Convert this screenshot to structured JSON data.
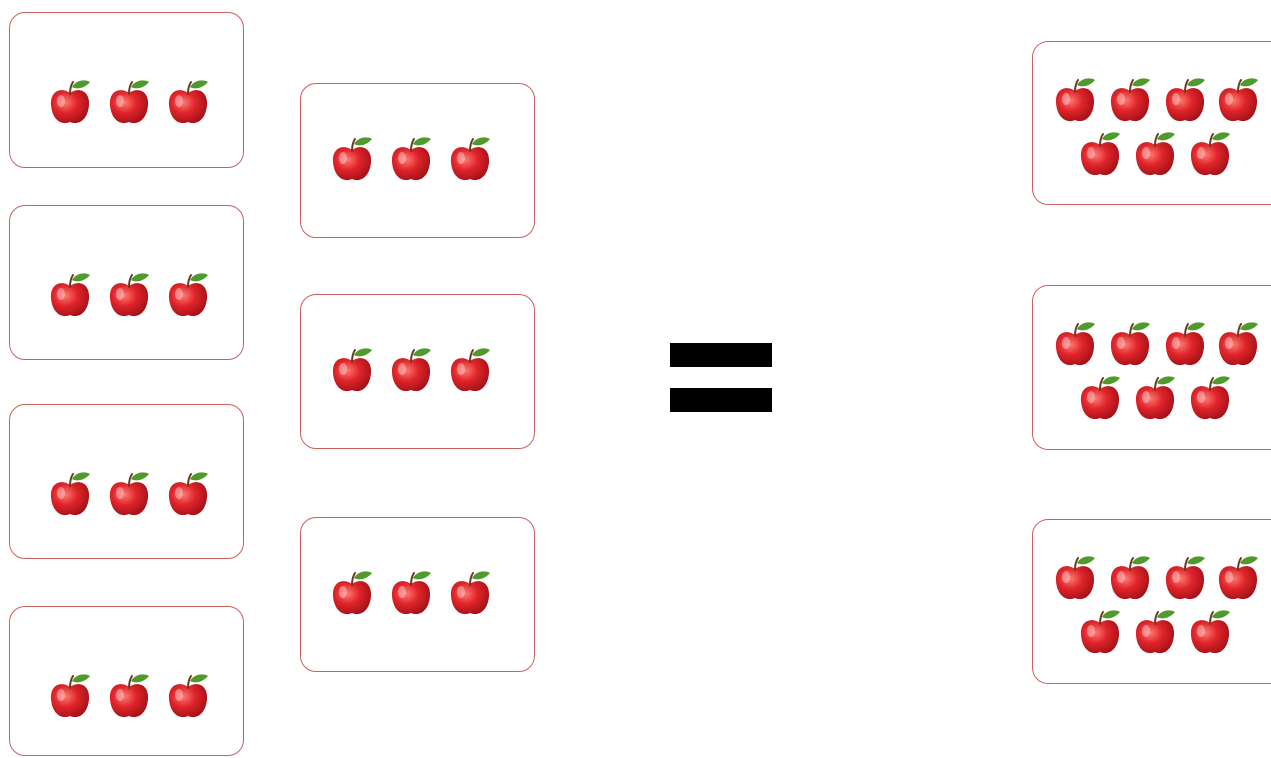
{
  "colors": {
    "card_border": "#c8625d",
    "apple_red": "#e0242a",
    "apple_dark": "#9e1018",
    "leaf_green": "#4f9a2d",
    "stem_brown": "#6b3a1e",
    "equals_sign": "#000000"
  },
  "left_column": {
    "cards": [
      {
        "apple_count": 3
      },
      {
        "apple_count": 3
      },
      {
        "apple_count": 3
      },
      {
        "apple_count": 3
      }
    ]
  },
  "middle_column": {
    "cards": [
      {
        "apple_count": 3
      },
      {
        "apple_count": 3
      },
      {
        "apple_count": 3
      }
    ]
  },
  "operator": {
    "symbol": "equals-icon"
  },
  "right_column": {
    "cards": [
      {
        "apple_count": 7
      },
      {
        "apple_count": 7
      },
      {
        "apple_count": 7
      }
    ]
  },
  "icon": "apple-icon"
}
